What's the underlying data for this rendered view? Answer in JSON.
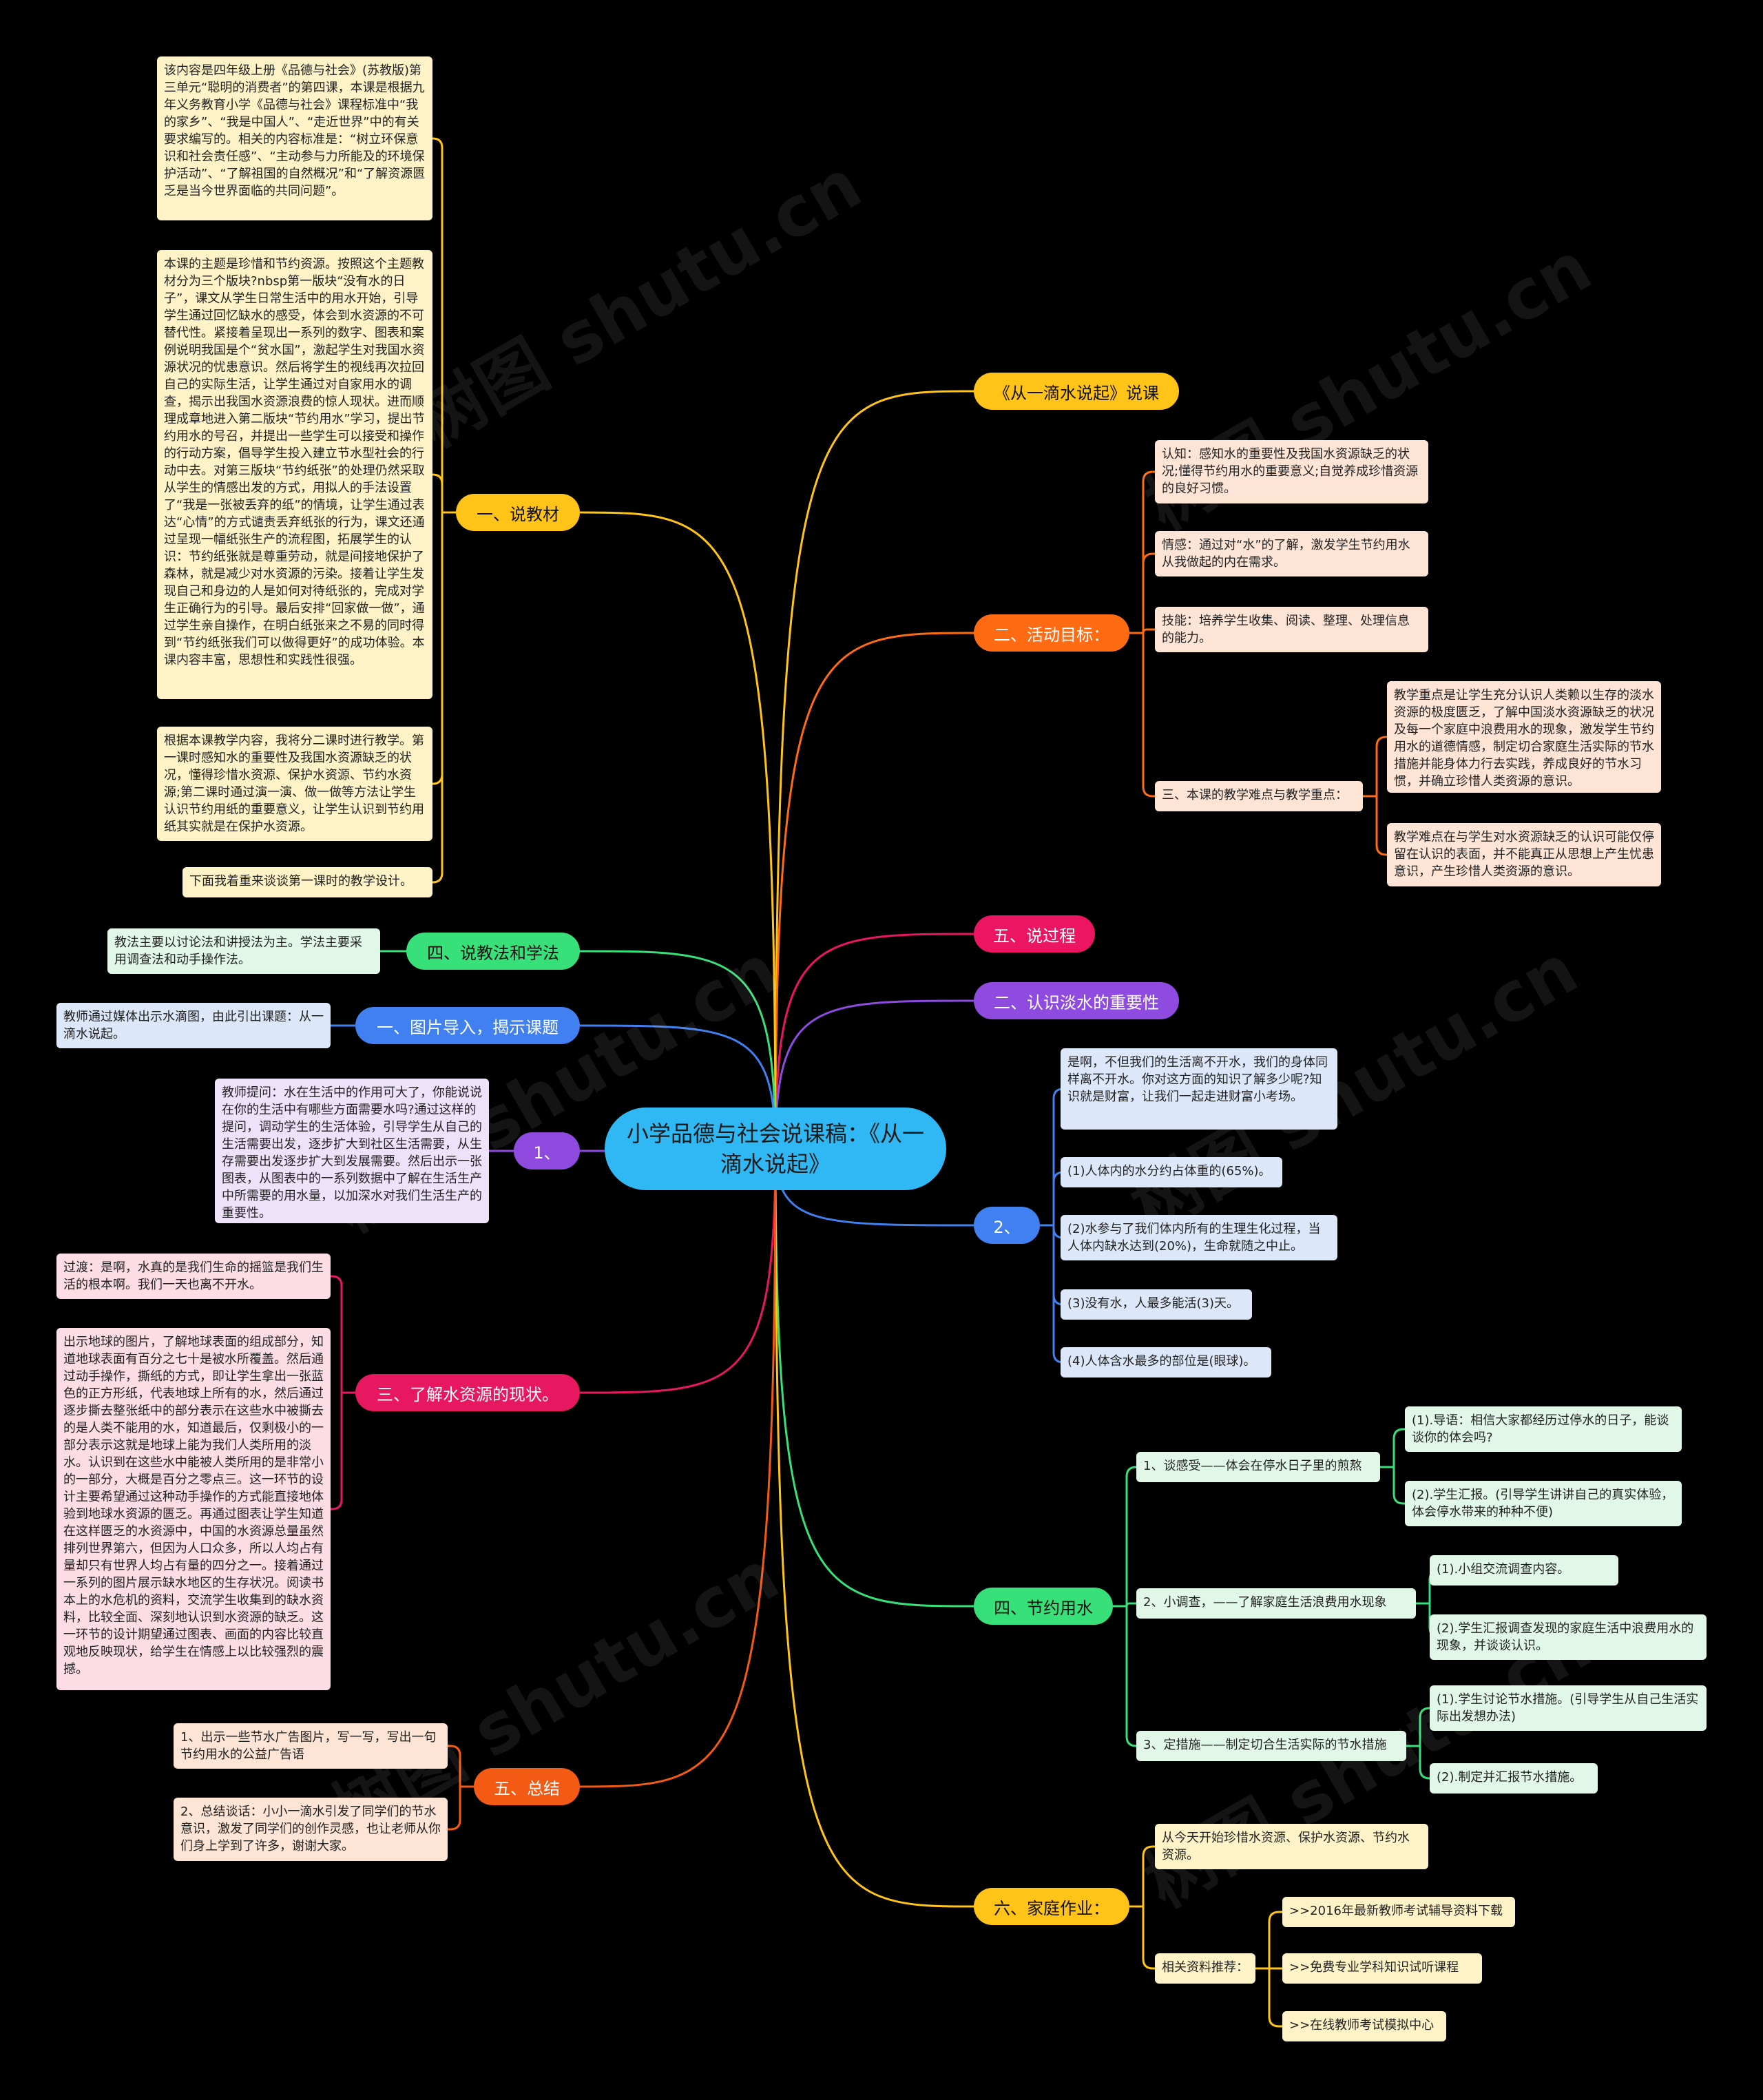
{
  "root": "小学品德与社会说课稿：《从一滴水说起》",
  "watermark": "树图 shutu.cn",
  "colors": {
    "root": "#2FB8F3",
    "yellow": "#FFC417",
    "orange": "#FF6B12",
    "magenta": "#EC1561",
    "purple": "#8F4BE0",
    "blue": "#4080F0",
    "green": "#38E07A",
    "pink": "#E7185F",
    "red_orange": "#F35A14",
    "leaf_yellow": "#FEF3C6",
    "leaf_peach": "#FDE4D5",
    "leaf_green": "#E1F8E8",
    "leaf_blue": "#DCE8FA",
    "leaf_lavender": "#EEE1FA",
    "leaf_pink": "#FCDDE6"
  },
  "nodes": {
    "b_title": "《从一滴水说起》说课",
    "b_goals": "二、活动目标：",
    "g1": "认知：感知水的重要性及我国水资源缺乏的状况;懂得节约用水的重要意义;自觉养成珍惜资源的良好习惯。",
    "g2": "情感：通过对“水”的了解，激发学生节约用水从我做起的内在需求。",
    "g3": "技能：培养学生收集、阅读、整理、处理信息的能力。",
    "g4": "三、本课的教学难点与教学重点：",
    "g4a": "教学重点是让学生充分认识人类赖以生存的淡水资源的极度匮乏，了解中国淡水资源缺乏的状况及每一个家庭中浪费用水的现象，激发学生节约用水的道德情感，制定切合家庭生活实际的节水措施并能身体力行去实践，养成良好的节水习惯，并确立珍惜人类资源的意识。",
    "g4b": "教学难点在与学生对水资源缺乏的认识可能仅停留在认识的表面，并不能真正从思想上产生忧患意识，产生珍惜人类资源的意识。",
    "b_process": "五、说过程",
    "b_fresh": "二、认识淡水的重要性",
    "b_two": "2、",
    "t1": "是啊，不但我们的生活离不开水，我们的身体同样离不开水。你对这方面的知识了解多少呢?知识就是财富，让我们一起走进财富小考场。",
    "t2": "(1)人体内的水分约占体重的(65%)。",
    "t3": "(2)水参与了我们体内所有的生理生化过程，当人体内缺水达到(20%)，生命就随之中止。",
    "t4": "(3)没有水，人最多能活(3)天。",
    "t5": "(4)人体含水最多的部位是(眼球)。",
    "b_save": "四、节约用水",
    "s1": "1、谈感受——体会在停水日子里的煎熬",
    "s1a": "(1).导语：相信大家都经历过停水的日子，能谈谈你的体会吗?",
    "s1b": "(2).学生汇报。(引导学生讲讲自己的真实体验，体会停水带来的种种不便)",
    "s2": "2、小调查，——了解家庭生活浪费用水现象",
    "s2a": "(1).小组交流调查内容。",
    "s2b": "(2).学生汇报调查发现的家庭生活中浪费用水的现象，并谈谈认识。",
    "s3": "3、定措施——制定切合生活实际的节水措施",
    "s3a": "(1).学生讨论节水措施。(引导学生从自己生活实际出发想办法)",
    "s3b": "(2).制定并汇报节水措施。",
    "b_home": "六、家庭作业：",
    "h1": "从今天开始珍惜水资源、保护水资源、节约水资源。",
    "h2": "相关资料推荐：",
    "h2a": ">>2016年最新教师考试辅导资料下载",
    "h2b": ">>免费专业学科知识试听课程",
    "h2c": ">>在线教师考试模拟中心",
    "b_material": "一、说教材",
    "m1": "该内容是四年级上册《品德与社会》(苏教版)第三单元“聪明的消费者”的第四课，本课是根据九年义务教育小学《品德与社会》课程标准中“我的家乡”、“我是中国人”、“走近世界”中的有关要求编写的。相关的内容标准是：“树立环保意识和社会责任感”、“主动参与力所能及的环境保护活动”、“了解祖国的自然概况”和“了解资源匮乏是当今世界面临的共同问题”。",
    "m2": "本课的主题是珍惜和节约资源。按照这个主题教材分为三个版块?nbsp第一版块“没有水的日子”，课文从学生日常生活中的用水开始，引导学生通过回忆缺水的感受，体会到水资源的不可替代性。紧接着呈现出一系列的数字、图表和案例说明我国是个“贫水国”，激起学生对我国水资源状况的忧患意识。然后将学生的视线再次拉回自己的实际生活，让学生通过对自家用水的调查，揭示出我国水资源浪费的惊人现状。进而顺理成章地进入第二版块“节约用水”学习，提出节约用水的号召，并提出一些学生可以接受和操作的行动方案，倡导学生投入建立节水型社会的行动中去。对第三版块“节约纸张”的处理仍然采取从学生的情感出发的方式，用拟人的手法设置了“我是一张被丢弃的纸”的情境，让学生通过表达“心情”的方式谴责丢弃纸张的行为，课文还通过呈现一幅纸张生产的流程图，拓展学生的认识：节约纸张就是尊重劳动，就是间接地保护了森林，就是减少对水资源的污染。接着让学生发现自己和身边的人是如何对待纸张的，完成对学生正确行为的引导。最后安排“回家做一做”，通过学生亲自操作，在明白纸张来之不易的同时得到“节约纸张我们可以做得更好”的成功体验。本课内容丰富，思想性和实践性很强。",
    "m3": "根据本课教学内容，我将分二课时进行教学。第一课时感知水的重要性及我国水资源缺乏的状况，懂得珍惜水资源、保护水资源、节约水资源;第二课时通过演一演、做一做等方法让学生认识节约用纸的重要意义，让学生认识到节约用纸其实就是在保护水资源。",
    "m4": "下面我着重来谈谈第一课时的教学设计。",
    "b_method": "四、说教法和学法",
    "me1": "教法主要以讨论法和讲授法为主。学法主要采用调查法和动手操作法。",
    "b_intro": "一、图片导入，揭示课题",
    "i1": "教师通过媒体出示水滴图，由此引出课题：从一滴水说起。",
    "b_one": "1、",
    "o1": "教师提问：水在生活中的作用可大了，你能说说在你的生活中有哪些方面需要水吗?通过这样的提问，调动学生的生活体验，引导学生从自己的生活需要出发，逐步扩大到社区生活需要，从生存需要出发逐步扩大到发展需要。然后出示一张图表，从图表中的一系列数据中了解在生活生产中所需要的用水量，以加深水对我们生活生产的重要性。",
    "b_status": "三、了解水资源的现状。",
    "st1": "过渡：是啊，水真的是我们生命的摇篮是我们生活的根本啊。我们一天也离不开水。",
    "st2": "出示地球的图片，了解地球表面的组成部分，知道地球表面有百分之七十是被水所覆盖。然后通过动手操作，撕纸的方式，即让学生拿出一张蓝色的正方形纸，代表地球上所有的水，然后通过逐步撕去整张纸中的部分表示在这些水中被撕去的是人类不能用的水，知道最后，仅剩极小的一部分表示这就是地球上能为我们人类所用的淡水。认识到在这些水中能被人类所用的是非常小的一部分，大概是百分之零点三。这一环节的设计主要希望通过这种动手操作的方式能直接地体验到地球水资源的匮乏。再通过图表让学生知道在这样匮乏的水资源中，中国的水资源总量虽然排列世界第六，但因为人口众多，所以人均占有量却只有世界人均占有量的四分之一。接着通过一系列的图片展示缺水地区的生存状况。阅读书本上的水危机的资料，交流学生收集到的缺水资料，比较全面、深刻地认识到水资源的缺乏。这一环节的设计期望通过图表、画面的内容比较直观地反映现状，给学生在情感上以比较强烈的震撼。",
    "b_summary": "五、总结",
    "su1": "1、出示一些节水广告图片，写一写，写出一句节约用水的公益广告语",
    "su2": "2、总结谈话：小小一滴水引发了同学们的节水意识，激发了同学们的创作灵感，也让老师从你们身上学到了许多，谢谢大家。"
  }
}
